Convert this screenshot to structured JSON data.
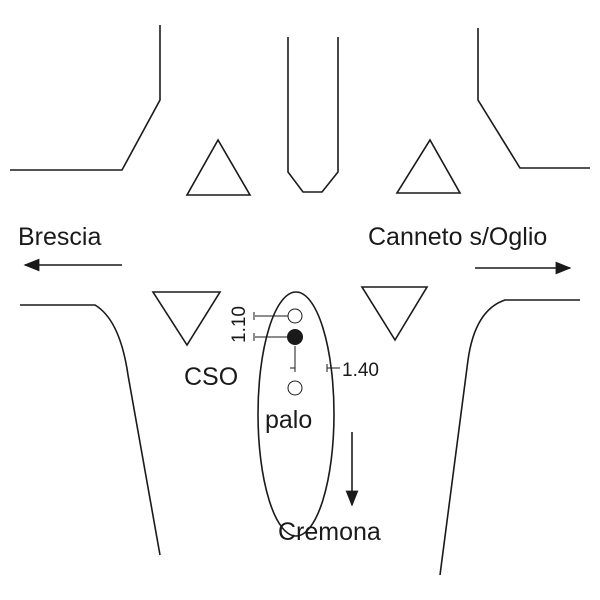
{
  "labels": {
    "west": "Brescia",
    "east": "Canneto s/Oglio",
    "south": "Cremona",
    "cso": "CSO",
    "palo": "palo",
    "dim_vertical": "1.10",
    "dim_horizontal": "1.40"
  },
  "colors": {
    "line": "#1a1a1a",
    "background": "#ffffff"
  }
}
